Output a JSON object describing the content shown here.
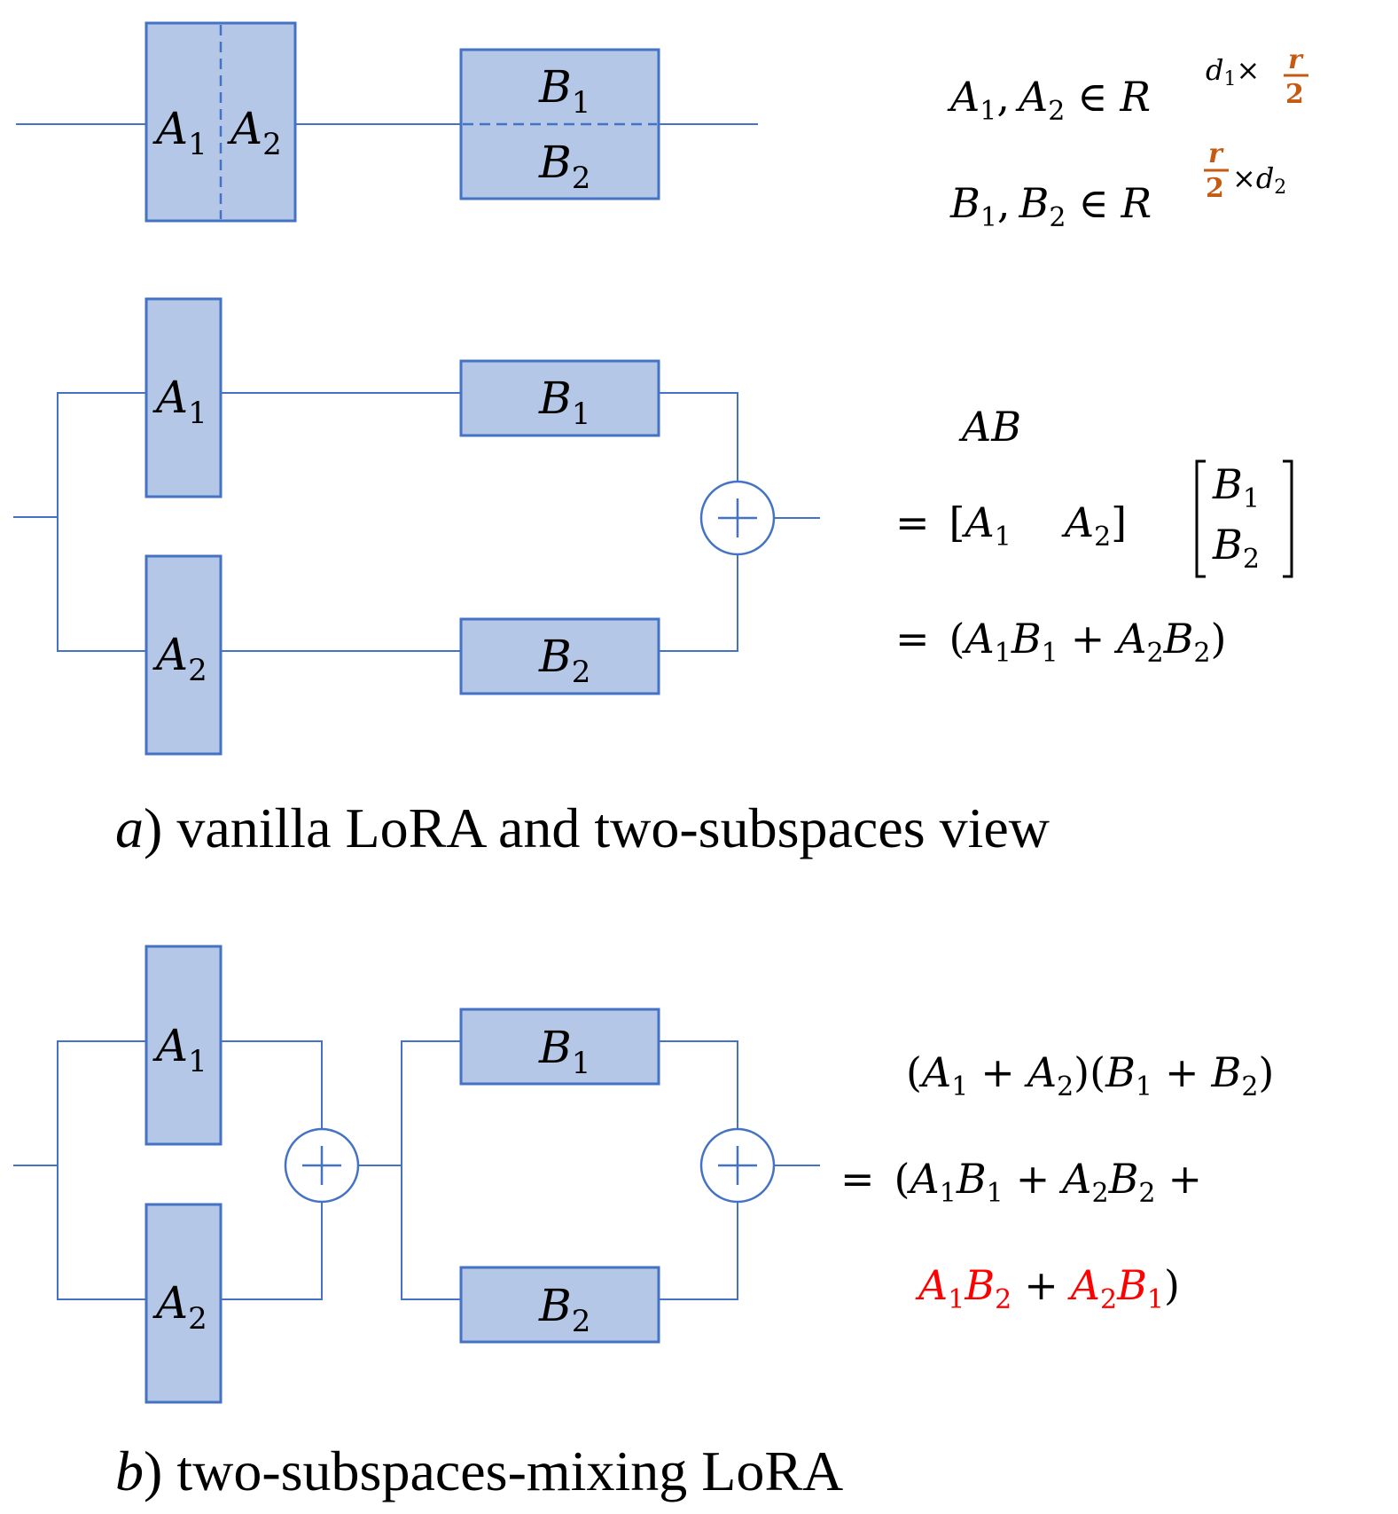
{
  "labels": {
    "A1": "A",
    "A2": "A",
    "B1": "B",
    "B2": "B",
    "sub1": "1",
    "sub2": "2"
  },
  "formulas": {
    "dims_A": {
      "lhs_A1": "A",
      "lhs_A2": "A",
      "in": "∈",
      "R": "R",
      "sup_d": "d",
      "sup_times": "×",
      "sup_r": "r",
      "sup_two": "2"
    },
    "dims_B": {
      "lhs_B1": "B",
      "lhs_B2": "B",
      "in": "∈",
      "R": "R",
      "sup_r": "r",
      "sup_two": "2",
      "sup_times": "×",
      "sup_d": "d"
    },
    "ab": "AB",
    "eq": "=",
    "plus": "+",
    "lbr": "[",
    "rbr": "]",
    "lpar": "(",
    "rpar": ")",
    "comma": ","
  },
  "colors": {
    "wire": "#4472c4",
    "box_fill": "#b4c7e7",
    "highlight_orange": "#c55a11",
    "highlight_red": "#ff0000"
  },
  "captions": {
    "a_letter": "a",
    "a_text": ") vanilla LoRA and two-subspaces view",
    "b_letter": "b",
    "b_text": ") two-subspaces-mixing LoRA"
  }
}
